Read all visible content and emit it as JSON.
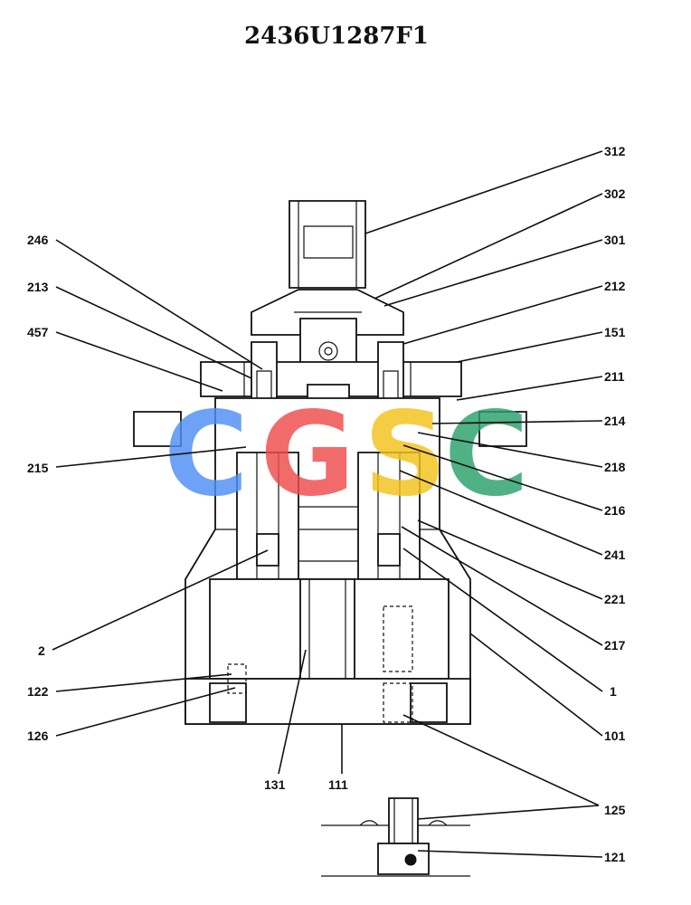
{
  "title": "2436U1287F1",
  "watermark": {
    "letters": [
      "C",
      "G",
      "S",
      "C"
    ],
    "colors": [
      "#4d8ef5",
      "#ef4b4b",
      "#f3c21a",
      "#2aa06a"
    ]
  },
  "callouts": [
    {
      "id": "312",
      "label": "312"
    },
    {
      "id": "302",
      "label": "302"
    },
    {
      "id": "301",
      "label": "301"
    },
    {
      "id": "212",
      "label": "212"
    },
    {
      "id": "151",
      "label": "151"
    },
    {
      "id": "211",
      "label": "211"
    },
    {
      "id": "214",
      "label": "214"
    },
    {
      "id": "218",
      "label": "218"
    },
    {
      "id": "216",
      "label": "216"
    },
    {
      "id": "241",
      "label": "241"
    },
    {
      "id": "221",
      "label": "221"
    },
    {
      "id": "217",
      "label": "217"
    },
    {
      "id": "1",
      "label": "1"
    },
    {
      "id": "101",
      "label": "101"
    },
    {
      "id": "125",
      "label": "125"
    },
    {
      "id": "121",
      "label": "121"
    },
    {
      "id": "246",
      "label": "246"
    },
    {
      "id": "213",
      "label": "213"
    },
    {
      "id": "457",
      "label": "457"
    },
    {
      "id": "215",
      "label": "215"
    },
    {
      "id": "2",
      "label": "2"
    },
    {
      "id": "122",
      "label": "122"
    },
    {
      "id": "126",
      "label": "126"
    },
    {
      "id": "131",
      "label": "131"
    },
    {
      "id": "111",
      "label": "111"
    }
  ]
}
